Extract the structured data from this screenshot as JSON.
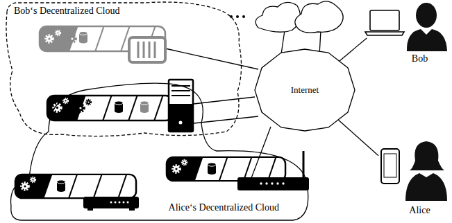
{
  "diagram": {
    "nodes": [
      {
        "text": [
          "Bob‘s Decentralized Cloud"
        ]
      },
      {
        "text": [
          "Alice‘s Decentralized Cloud"
        ]
      },
      {
        "text": [
          "Internet"
        ]
      },
      {
        "text": [
          "Bob"
        ]
      },
      {
        "text": [
          "Alice"
        ]
      }
    ],
    "edges": [
      {
        "from": 2,
        "to": 3,
        "arrow": "none"
      },
      {
        "from": 2,
        "to": 4,
        "arrow": "none"
      }
    ]
  }
}
